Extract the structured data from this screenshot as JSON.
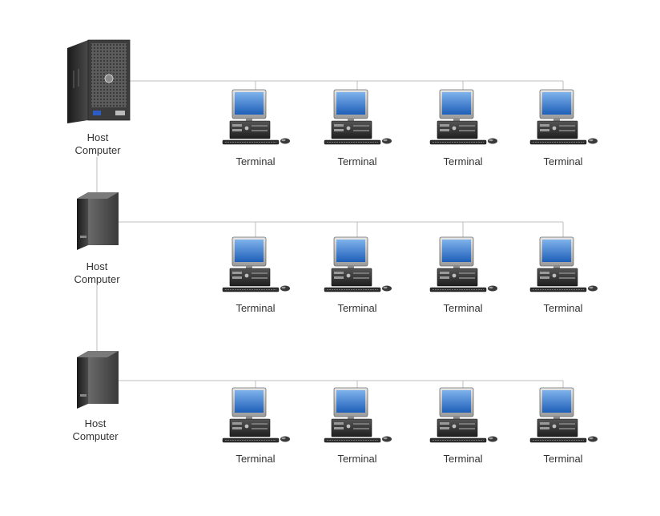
{
  "diagram": {
    "colors": {
      "line": "#bfbfbf",
      "text": "#333333",
      "screen": "#3f7fd0",
      "server_dark": "#2b2b2b"
    },
    "hosts": [
      {
        "label_line1": "Host",
        "label_line2": "Computer",
        "icon": "tower-server-icon",
        "terminals": [
          "Terminal",
          "Terminal",
          "Terminal",
          "Terminal"
        ]
      },
      {
        "label_line1": "Host",
        "label_line2": "Computer",
        "icon": "mini-server-icon",
        "terminals": [
          "Terminal",
          "Terminal",
          "Terminal",
          "Terminal"
        ]
      },
      {
        "label_line1": "Host",
        "label_line2": "Computer",
        "icon": "mini-server-icon",
        "terminals": [
          "Terminal",
          "Terminal",
          "Terminal",
          "Terminal"
        ]
      }
    ]
  }
}
